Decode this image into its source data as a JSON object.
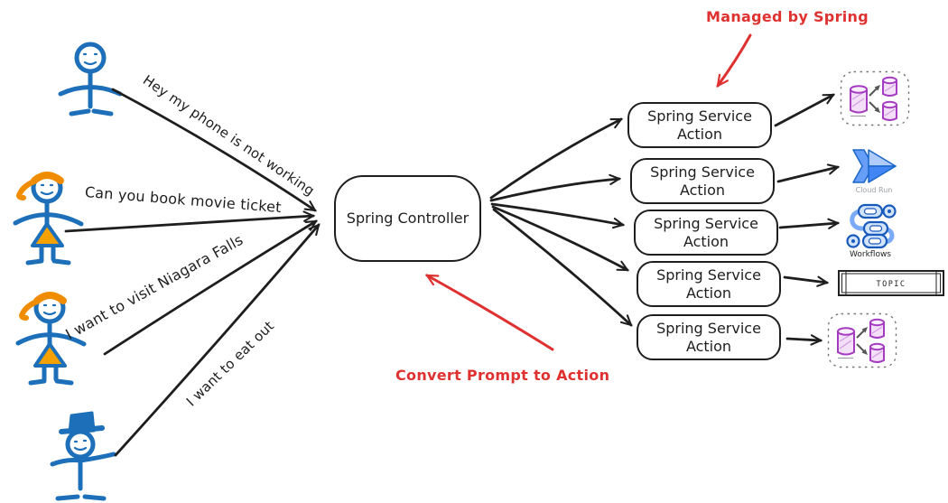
{
  "canvas": {
    "background": "#ffffff"
  },
  "palette": {
    "ink": "#1e1e1e",
    "annotation_red": "#e03131",
    "figure_blue": "#1c6fb8",
    "figure_orange": "#f08c00",
    "skirt_fill": "#f5a100",
    "datastore_purple": "#a43bc0",
    "gcp_blue": "#4285f4"
  },
  "actors": [
    {
      "figure": "stick-man",
      "prompt": "Hey my phone is not working"
    },
    {
      "figure": "stick-woman",
      "prompt": "Can you book movie ticket"
    },
    {
      "figure": "stick-woman",
      "prompt": "I want to visit Niagara Falls"
    },
    {
      "figure": "stick-man-tophat",
      "prompt": "I want to eat out"
    }
  ],
  "controller": {
    "label": "Spring Controller"
  },
  "services": [
    {
      "label": "Spring Service Action",
      "target_icon": "datastore"
    },
    {
      "label": "Spring Service Action",
      "target_icon": "cloud-run"
    },
    {
      "label": "Spring Service Action",
      "target_icon": "workflows"
    },
    {
      "label": "Spring Service Action",
      "target_icon": "topic"
    },
    {
      "label": "Spring Service Action",
      "target_icon": "datastore"
    }
  ],
  "icon_labels": {
    "cloud_run": "Cloud Run",
    "workflows": "Workflows",
    "topic": "TOPIC"
  },
  "annotations": {
    "managed_by": "Managed by Spring",
    "convert_prompt": "Convert Prompt to Action"
  }
}
